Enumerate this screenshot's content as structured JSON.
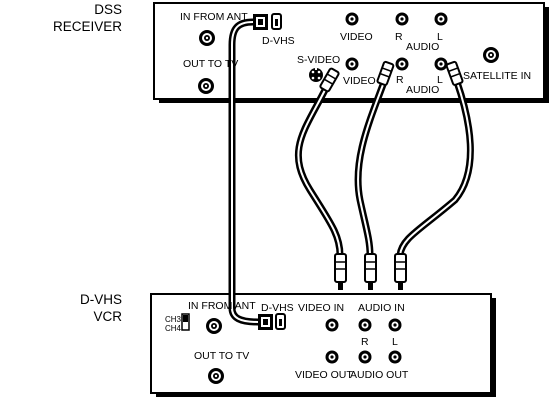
{
  "side_labels": {
    "receiver_line1": "DSS",
    "receiver_line2": "RECEIVER",
    "vcr_line1": "D-VHS",
    "vcr_line2": "VCR"
  },
  "receiver": {
    "in_from_ant": "IN FROM ANT",
    "out_to_tv": "OUT TO TV",
    "dvhs": "D-VHS",
    "video_top": "VIDEO",
    "r_top": "R",
    "l_top": "L",
    "audio_top": "AUDIO",
    "svideo": "S-VIDEO",
    "video_bottom": "VIDEO",
    "r_bottom": "R",
    "l_bottom": "L",
    "audio_bottom": "AUDIO",
    "satellite_in": "SATELLITE IN"
  },
  "vcr": {
    "in_from_ant": "IN FROM ANT",
    "ch3": "CH3",
    "ch4": "CH4",
    "dvhs": "D-VHS",
    "video_in": "VIDEO IN",
    "audio_in": "AUDIO IN",
    "r": "R",
    "l": "L",
    "out_to_tv": "OUT TO TV",
    "video_out": "VIDEO OUT",
    "audio_out": "AUDIO OUT"
  },
  "icons": {
    "coax": "coax-jack-icon",
    "rca": "rca-jack-icon",
    "svideo": "svideo-jack-icon",
    "dvhs": "dvhs-port-icon",
    "plug": "rca-plug-icon"
  },
  "colors": {
    "ink": "#000000",
    "panel": "#ffffff",
    "shadow": "#000000"
  }
}
